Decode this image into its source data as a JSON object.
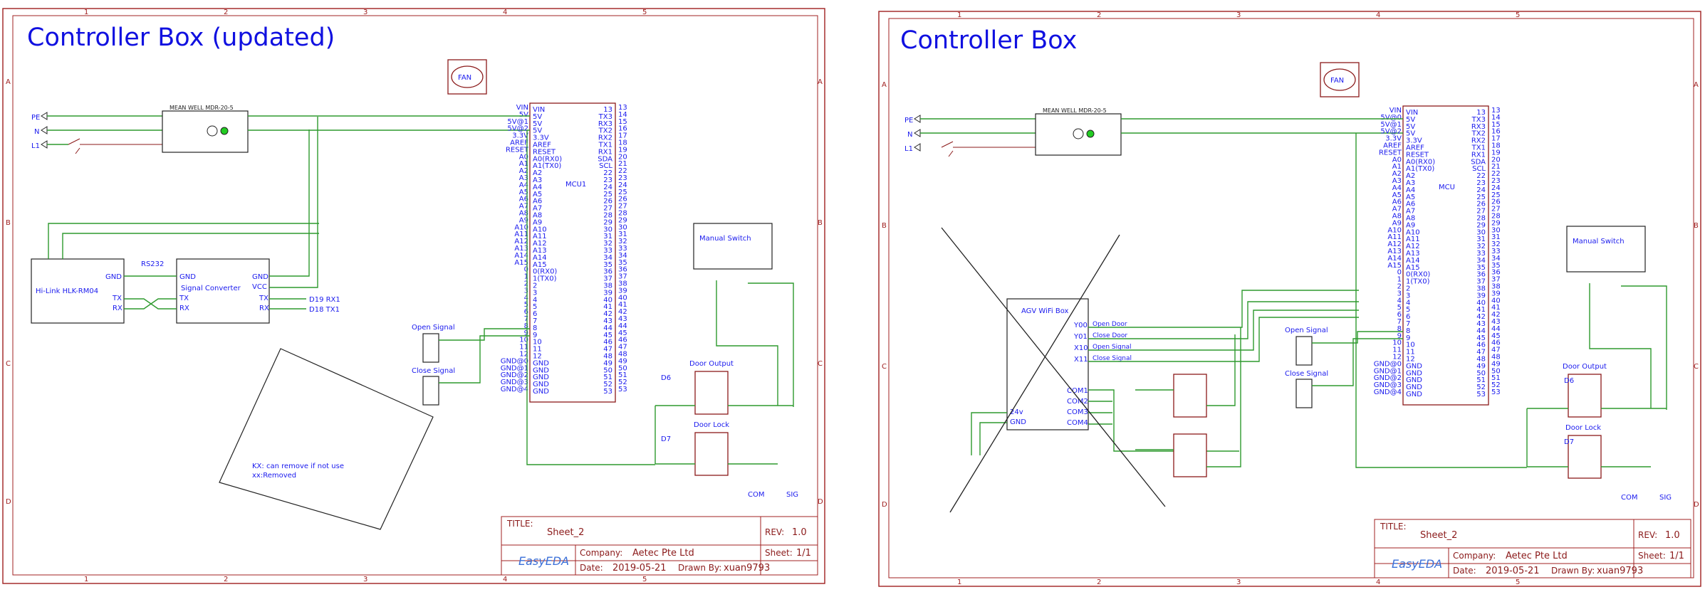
{
  "sheets": [
    {
      "title": "Controller Box (updated)",
      "fan_label": "FAN",
      "psu_label": "MEAN WELL MDR-20-5",
      "power_nets": [
        "PE",
        "N",
        "L1"
      ],
      "mcu_name": "MCU1",
      "rs232_label": "RS232",
      "hilink_label": "Hi-Link HLK-RM04",
      "signal_converter_label": "Signal Converter",
      "manual_switch_label": "Manual Switch",
      "open_signal_label": "Open Signal",
      "close_signal_label": "Close Signal",
      "door_output_label": "Door Output",
      "door_lock_label": "Door Lock",
      "com_label": "COM",
      "sig_label": "SIG",
      "d6_label": "D6",
      "d7_label": "D7",
      "d19_label": "D19 RX1",
      "d18_label": "D18 TX1",
      "note_line1": "KX: can remove if not use",
      "note_line2": "xx:Removed",
      "title_block": {
        "title_label": "TITLE:",
        "title_value": "Sheet_2",
        "rev_label": "REV:",
        "rev_value": "1.0",
        "company_label": "Company:",
        "company_value": "Aetec Pte Ltd",
        "sheet_label": "Sheet:",
        "sheet_value": "1/1",
        "date_label": "Date:",
        "date_value": "2019-05-21",
        "drawn_label": "Drawn By:",
        "drawn_value": "xuan9793",
        "logo": "EasyEDA"
      }
    },
    {
      "title": "Controller Box",
      "fan_label": "FAN",
      "psu_label": "MEAN WELL MDR-20-5",
      "power_nets": [
        "PE",
        "N",
        "L1"
      ],
      "mcu_name": "MCU",
      "agv_label": "AGV WiFi Box",
      "agv_outputs": [
        "Y00",
        "Y01",
        "X10",
        "X11"
      ],
      "agv_nets": [
        "Open Door",
        "Close Door",
        "Open Signal",
        "Close Signal"
      ],
      "agv_coms": [
        "COM1",
        "COM2",
        "COM3",
        "COM4"
      ],
      "agv_power": [
        "24v",
        "GND"
      ],
      "manual_switch_label": "Manual Switch",
      "open_signal_label": "Open Signal",
      "close_signal_label": "Close Signal",
      "door_output_label": "Door Output",
      "door_lock_label": "Door Lock",
      "com_label": "COM",
      "sig_label": "SIG",
      "d6_label": "D6",
      "d7_label": "D7",
      "title_block": {
        "title_label": "TITLE:",
        "title_value": "Sheet_2",
        "rev_label": "REV:",
        "rev_value": "1.0",
        "company_label": "Company:",
        "company_value": "Aetec Pte Ltd",
        "sheet_label": "Sheet:",
        "sheet_value": "1/1",
        "date_label": "Date:",
        "date_value": "2019-05-21",
        "drawn_label": "Drawn By:",
        "drawn_value": "xuan9793",
        "logo": "EasyEDA"
      }
    }
  ],
  "mcu_left_pins_a": [
    "VIN",
    "5V",
    "5V@1",
    "5V@2",
    "3.3V",
    "AREF",
    "RESET",
    "A0",
    "A1",
    "A2",
    "A3",
    "A4",
    "A5",
    "A6",
    "A7",
    "A8",
    "A9",
    "A10",
    "A11",
    "A12",
    "A13",
    "A14",
    "A15",
    "0",
    "1",
    "2",
    "3",
    "4",
    "5",
    "6",
    "7",
    "8",
    "9",
    "10",
    "11",
    "12",
    "GND@0",
    "GND@1",
    "GND@2",
    "GND@3",
    "GND@4"
  ],
  "mcu_left_pins_b": [
    "VIN",
    "5V@0",
    "5V@1",
    "5V@2",
    "3.3V",
    "AREF",
    "RESET",
    "A0",
    "A1",
    "A2",
    "A3",
    "A4",
    "A5",
    "A6",
    "A7",
    "A8",
    "A9",
    "A10",
    "A11",
    "A12",
    "A13",
    "A14",
    "A15",
    "0",
    "1",
    "2",
    "3",
    "4",
    "5",
    "6",
    "7",
    "8",
    "9",
    "10",
    "11",
    "12",
    "GND@0",
    "GND@1",
    "GND@2",
    "GND@3",
    "GND@4"
  ],
  "mcu_left_inner_a": [
    "VIN",
    "5V",
    "5V",
    "5V",
    "3.3V",
    "AREF",
    "RESET",
    "A0(RX0)",
    "A1(TX0)",
    "A2",
    "A3",
    "A4",
    "A5",
    "A6",
    "A7",
    "A8",
    "A9",
    "A10",
    "A11",
    "A12",
    "A13",
    "A14",
    "A15",
    "0(RX0)",
    "1(TX0)",
    "2",
    "3",
    "4",
    "5",
    "6",
    "7",
    "8",
    "9",
    "10",
    "11",
    "12",
    "GND",
    "GND",
    "GND",
    "GND",
    "GND"
  ],
  "mcu_right_outer": [
    "13",
    "TX3",
    "RX3",
    "TX2",
    "RX2",
    "TX1",
    "RX1",
    "SDA",
    "SCL",
    "22",
    "23",
    "24",
    "25",
    "26",
    "27",
    "28",
    "29",
    "30",
    "31",
    "32",
    "33",
    "34",
    "35",
    "36",
    "37",
    "38",
    "39",
    "40",
    "41",
    "42",
    "43",
    "44",
    "45",
    "46",
    "47",
    "48",
    "49",
    "50",
    "51",
    "52",
    "53"
  ],
  "mcu_right_inner": [
    "13",
    "14",
    "15",
    "16",
    "17",
    "18",
    "19",
    "20",
    "21",
    "22",
    "23",
    "24",
    "25",
    "26",
    "27",
    "28",
    "29",
    "30",
    "31",
    "32",
    "33",
    "34",
    "35",
    "36",
    "37",
    "38",
    "39",
    "40",
    "41",
    "42",
    "43",
    "44",
    "45",
    "46",
    "47",
    "48",
    "49",
    "50",
    "51",
    "52",
    "53"
  ],
  "zone_cols": [
    "1",
    "2",
    "3",
    "4",
    "5"
  ],
  "zone_rows": [
    "A",
    "B",
    "C",
    "D"
  ]
}
